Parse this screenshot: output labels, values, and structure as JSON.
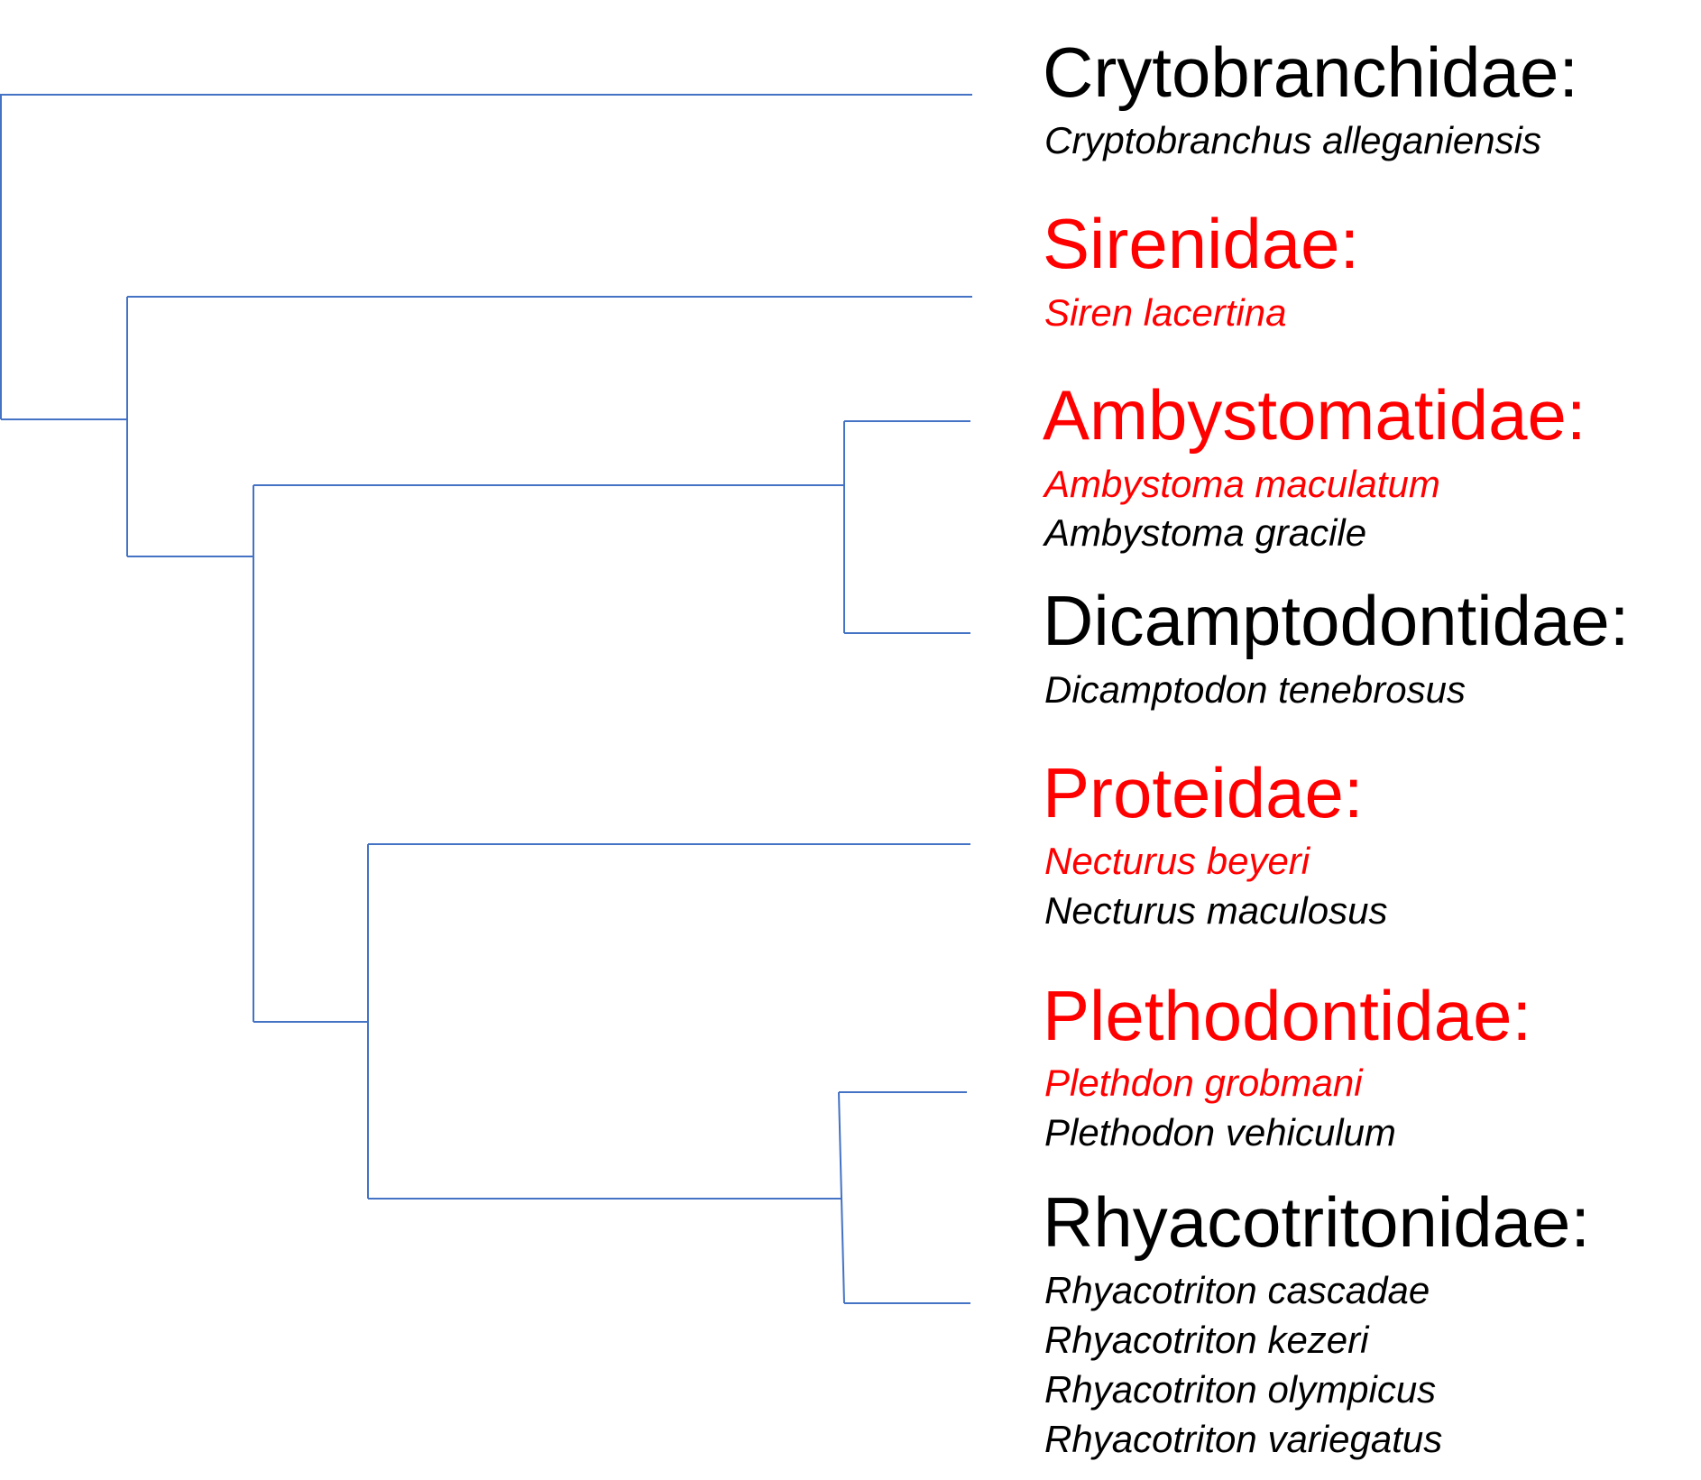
{
  "colors": {
    "branch": "#4472c4",
    "highlight": "#ff0000",
    "text": "#000000"
  },
  "families": [
    {
      "name": "Crytobranchidae:",
      "highlight": false,
      "species": [
        {
          "name": "Cryptobranchus alleganiensis",
          "highlight": false
        }
      ]
    },
    {
      "name": "Sirenidae:",
      "highlight": true,
      "species": [
        {
          "name": "Siren lacertina",
          "highlight": true
        }
      ]
    },
    {
      "name": "Ambystomatidae:",
      "highlight": true,
      "species": [
        {
          "name": "Ambystoma maculatum",
          "highlight": true
        },
        {
          "name": "Ambystoma gracile",
          "highlight": false
        }
      ]
    },
    {
      "name": "Dicamptodontidae:",
      "highlight": false,
      "species": [
        {
          "name": "Dicamptodon tenebrosus",
          "highlight": false
        }
      ]
    },
    {
      "name": "Proteidae:",
      "highlight": true,
      "species": [
        {
          "name": "Necturus beyeri",
          "highlight": true
        },
        {
          "name": "Necturus maculosus",
          "highlight": false
        }
      ]
    },
    {
      "name": "Plethodontidae:",
      "highlight": true,
      "species": [
        {
          "name": "Plethdon grobmani",
          "highlight": true
        },
        {
          "name": "Plethodon vehiculum",
          "highlight": false
        }
      ]
    },
    {
      "name": "Rhyacotritonidae:",
      "highlight": false,
      "species": [
        {
          "name": "Rhyacotriton cascadae",
          "highlight": false
        },
        {
          "name": "Rhyacotriton kezeri",
          "highlight": false
        },
        {
          "name": "Rhyacotriton olympicus",
          "highlight": false
        },
        {
          "name": "Rhyacotriton variegatus",
          "highlight": false
        }
      ]
    }
  ]
}
